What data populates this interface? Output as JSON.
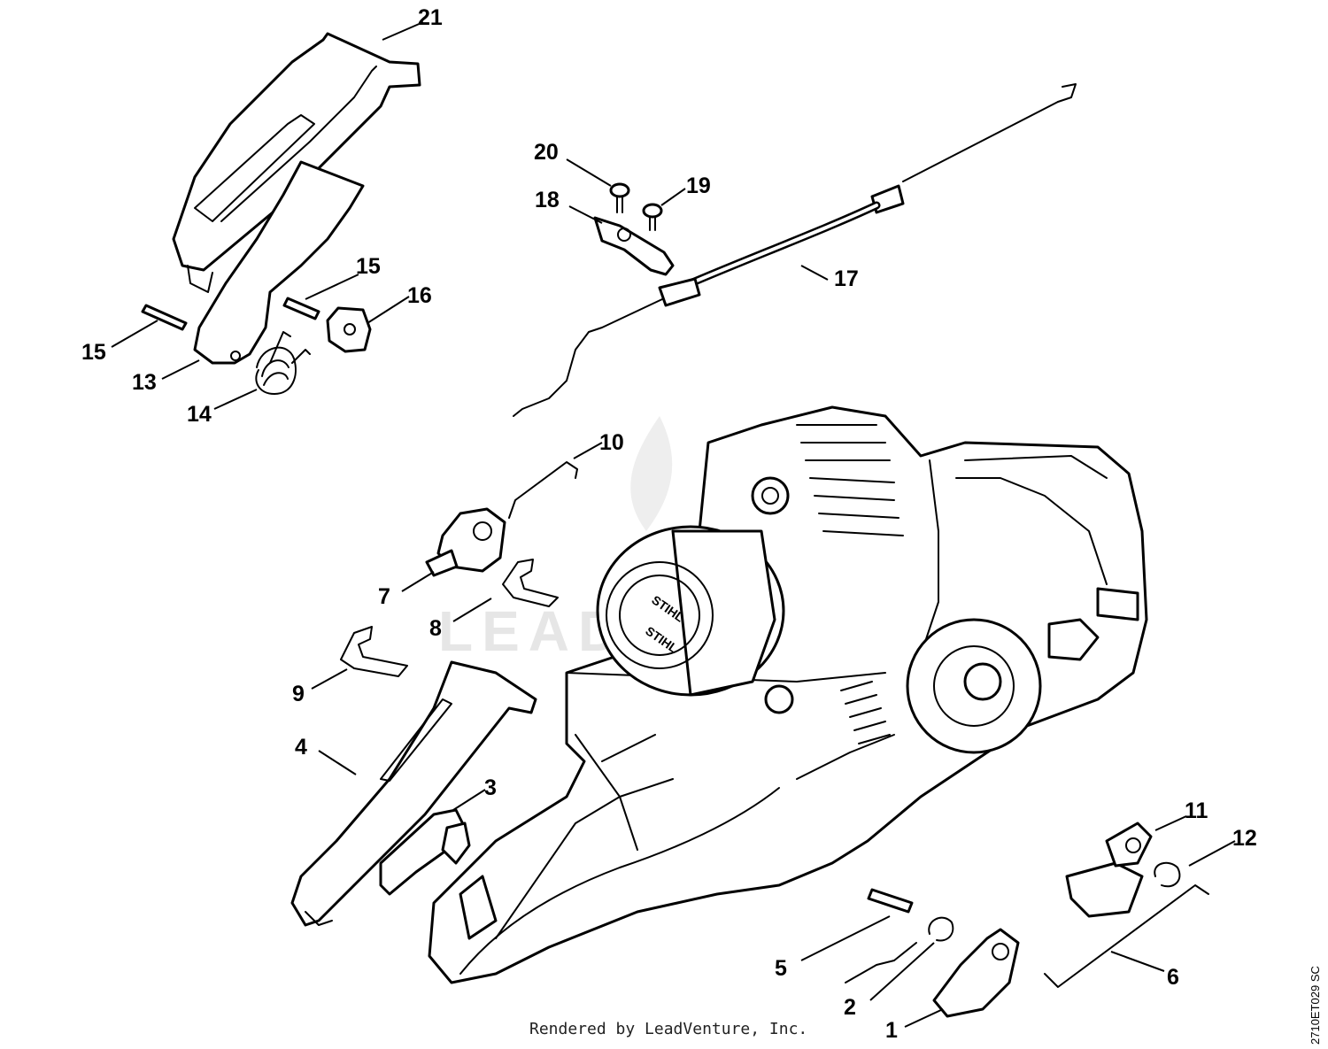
{
  "diagram": {
    "callouts": [
      "1",
      "2",
      "3",
      "4",
      "5",
      "6",
      "7",
      "8",
      "9",
      "10",
      "11",
      "12",
      "13",
      "14",
      "15",
      "15",
      "16",
      "17",
      "18",
      "19",
      "20",
      "21"
    ],
    "watermark": "LEADVENTURE",
    "credit": "Rendered by LeadVenture, Inc.",
    "drawing_code": "2710ET029 SC",
    "brand_label": "STIHL"
  }
}
